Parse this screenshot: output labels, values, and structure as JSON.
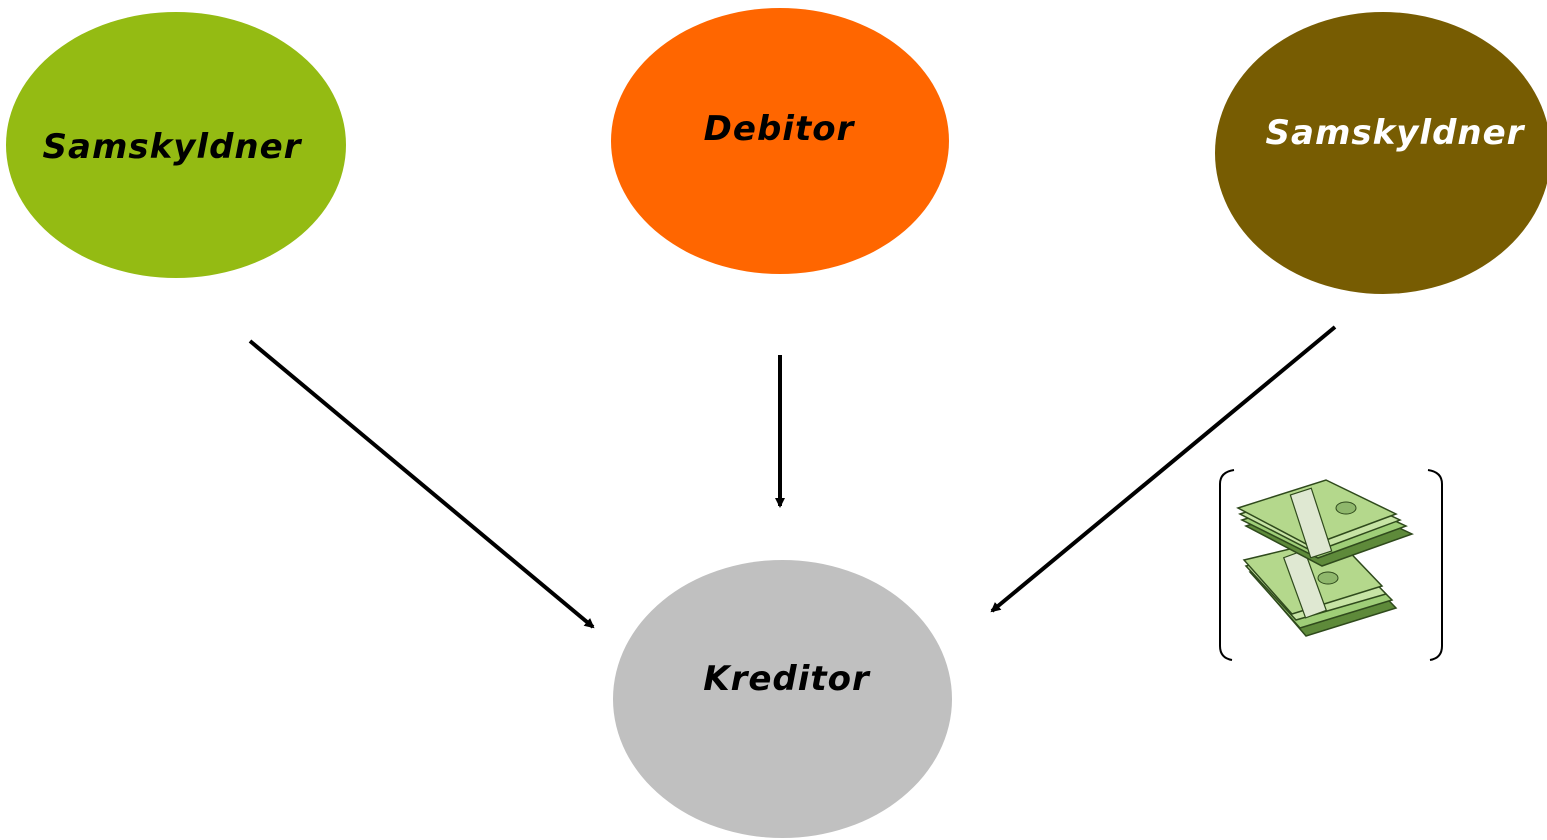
{
  "nodes": {
    "left": {
      "label": "Samskyldner",
      "color": "#94bb13"
    },
    "center": {
      "label": "Debitor",
      "color": "#ff6600"
    },
    "right": {
      "label": "Samskyldner",
      "color": "#775c02"
    },
    "bottom": {
      "label": "Kreditor",
      "color": "#c0c0c0"
    }
  },
  "edges": [
    {
      "from": "Samskyldner",
      "to": "Kreditor"
    },
    {
      "from": "Debitor",
      "to": "Kreditor"
    },
    {
      "from": "Samskyldner",
      "to": "Kreditor"
    }
  ],
  "icons": {
    "money": "money-stack-icon"
  }
}
